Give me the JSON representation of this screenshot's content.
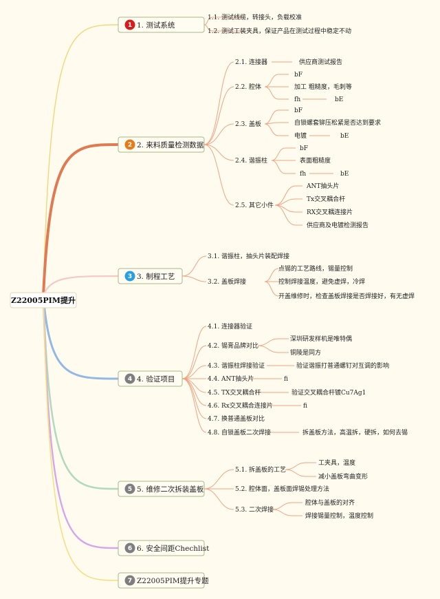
{
  "root": "Z22005PIM提升",
  "colors": {
    "background": "#fffbee",
    "branch1": "#f4d67a",
    "branch2": "#e07a52",
    "branch3": "#f5c9c4",
    "branch4": "#93b8e4",
    "branch5": "#b3d9c1",
    "branch6": "#d7a6ea",
    "branch7": "#f6df85",
    "leafLine": "#f0a483",
    "badge1": "#d61d1d",
    "badge2": "#e77b1a",
    "badge3": "#2a9fe0",
    "badge4": "#7e7e7e"
  },
  "branches": [
    {
      "num": "1",
      "label": "1. 测试系统",
      "badge": "badge1",
      "line": "branch1",
      "width": 1.4
    },
    {
      "num": "2",
      "label": "2. 来料质量检测数据",
      "badge": "badge2",
      "line": "branch2",
      "width": 4
    },
    {
      "num": "3",
      "label": "3. 制程工艺",
      "badge": "badge3",
      "line": "branch3",
      "width": 2.2
    },
    {
      "num": "4",
      "label": "4. 验证项目",
      "badge": "badge4",
      "line": "branch4",
      "width": 3
    },
    {
      "num": "5",
      "label": "5. 维修二次拆装盖板",
      "badge": "badge4",
      "line": "branch5",
      "width": 2.6
    },
    {
      "num": "6",
      "label": "6. 安全间距Chechlist",
      "badge": "badge4",
      "line": "branch6",
      "width": 2.4
    },
    {
      "num": "7",
      "label": "Z22005PIM提升专题",
      "badge": "badge4",
      "line": "branch7",
      "width": 1.6
    }
  ],
  "sub": {
    "s1_1": "1.1. 测试线缆，转接头，负载校准",
    "s1_2": "1.2. 测试工装夹具，保证产品在测试过程中稳定不动",
    "s2_1": "2.1. 连接器",
    "s2_1a": "供应商测试报告",
    "s2_2": "2.2. 腔体",
    "s2_2a": "bF",
    "s2_2b": "加工 粗糙度，毛刺等",
    "s2_2c": "fh",
    "s2_2d": "bE",
    "s2_3": "2.3. 盖板",
    "s2_3a": "bF",
    "s2_3b": "自锁螺套铆压松紧是否达到要求",
    "s2_3c": "电镀",
    "s2_3d": "bE",
    "s2_4": "2.4. 谐振柱",
    "s2_4a": "bF",
    "s2_4b": "表面粗糙度",
    "s2_4c": "fh",
    "s2_4d": "bE",
    "s2_5": "2.5. 其它小件",
    "s2_5a": "ANT抽头片",
    "s2_5b": "Tx交叉耦合杆",
    "s2_5c": "RX交叉耦连接片",
    "s2_5d": "供应商及电镀检测报告",
    "s3_1": "3.1. 谐振柱，抽头片装配焊接",
    "s3_2": "3.2. 盖板焊接",
    "s3_2a": "点锡的工艺路线，锡量控制",
    "s3_2b": "控制焊接温度，避免虚焊，冷焊",
    "s3_2c": "开盖维修时，检查盖板焊接是否焊接好，有无虚焊",
    "s4_1": "4.1. 连接器验证",
    "s4_2": "4.2. 锡膏品牌对比",
    "s4_2a": "深圳研发样机是唯特偶",
    "s4_2b": "铜陵是同方",
    "s4_3": "4.3. 谐振柱焊接验证",
    "s4_3a": "验证谐振打普通螺钉对互调的影响",
    "s4_4": "4.4. ANT抽头片",
    "s4_4a": "fi",
    "s4_5": "4.5. TX交叉耦合杆",
    "s4_5a": "验证交叉耦合杆镀Cu7Ag1",
    "s4_6": "4.6. Rx交叉耦合连接片",
    "s4_6a": "fi",
    "s4_7": "4.7. 换普通盖板对比",
    "s4_8": "4.8. 自锁盖板二次焊接",
    "s4_8a": "拆盖板方法，高温拆，硬拆，如何去锡",
    "s5_1": "5.1. 拆盖板的工艺",
    "s5_1a": "工夹具，温度",
    "s5_1b": "减小盖板弯曲变形",
    "s5_2": "5.2. 腔体面，盖板面焊锡处理方法",
    "s5_3": "5.3. 二次焊接",
    "s5_3a": "腔体与盖板的对齐",
    "s5_3b": "焊接锡量控制，温度控制"
  }
}
